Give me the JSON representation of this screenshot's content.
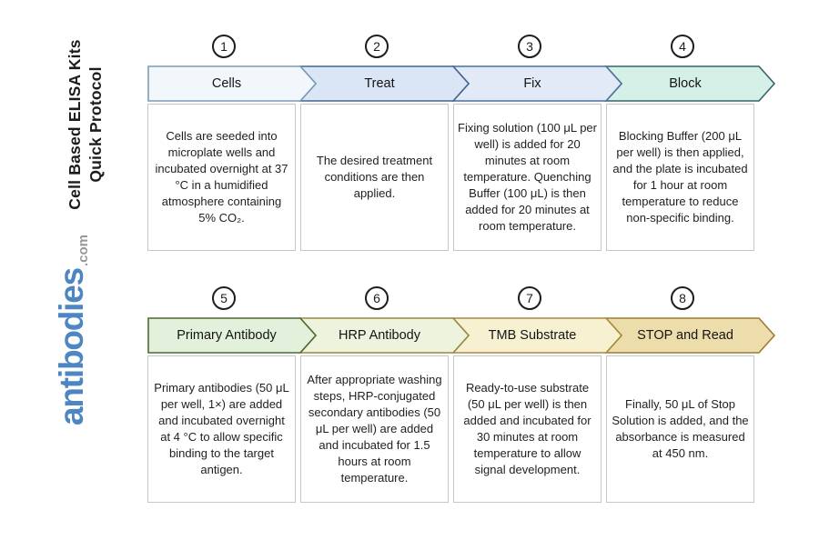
{
  "sidebar": {
    "title_line1": "Cell Based ELISA Kits",
    "title_line2": "Quick Protocol",
    "logo_text": "antibodies",
    "logo_suffix": ".com"
  },
  "colors": {
    "logo_blue": "#4d86c2",
    "logo_gray": "#97999c"
  },
  "steps": [
    {
      "number": "1",
      "label": "Cells",
      "description": "Cells are seeded into microplate wells and incubated overnight at 37 °C in a humidified atmosphere containing 5% CO₂.",
      "fill": "#f2f7fb",
      "border": "#7a9cb8"
    },
    {
      "number": "2",
      "label": "Treat",
      "description": "The desired treatment conditions are then applied.",
      "fill": "#dae5f5",
      "border": "#46648f"
    },
    {
      "number": "3",
      "label": "Fix",
      "description": "Fixing solution (100 μL per well) is added for 20 minutes at room temperature. Quenching Buffer (100 μL) is then added for 20 minutes at room temperature.",
      "fill": "#e2eaf8",
      "border": "#4a6f9b"
    },
    {
      "number": "4",
      "label": "Block",
      "description": "Blocking Buffer (200 μL per well) is then applied, and the plate is incubated for 1 hour at room temperature to reduce non-specific binding.",
      "fill": "#d5f0e6",
      "border": "#35656a"
    },
    {
      "number": "5",
      "label": "Primary Antibody",
      "description": "Primary antibodies (50 μL per well, 1×) are added and incubated overnight at 4 °C to allow specific binding to the target antigen.",
      "fill": "#e3f0dc",
      "border": "#4c6a2f"
    },
    {
      "number": "6",
      "label": "HRP Antibody",
      "description": "After appropriate washing steps, HRP-conjugated secondary antibodies (50 μL per well) are added and incubated for 1.5 hours at room temperature.",
      "fill": "#edf3dd",
      "border": "#98893f"
    },
    {
      "number": "7",
      "label": "TMB Substrate",
      "description": "Ready-to-use substrate (50 μL per well) is then added and incubated for 30 minutes at room temperature to allow signal development.",
      "fill": "#f7f1d2",
      "border": "#a8893e"
    },
    {
      "number": "8",
      "label": "STOP and Read",
      "description": "Finally, 50 μL of Stop Solution is added, and the absorbance is measured at 450 nm.",
      "fill": "#ecddab",
      "border": "#9c7c35"
    }
  ]
}
